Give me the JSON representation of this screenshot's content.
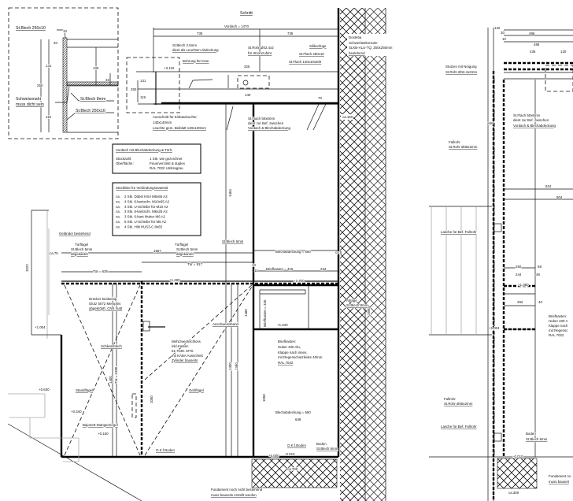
{
  "drawing": {
    "title": "Schnitt",
    "detail": {
      "labels": [
        "St.Blech 250x10",
        "10",
        "20",
        "131",
        "250",
        "100",
        "33",
        "119",
        "Schweissnaht",
        "muss dicht sein",
        "St.Blech 8mm",
        "St.Blech 250x10"
      ]
    },
    "section": {
      "labels": [
        "Vordach = 1470",
        "735",
        "735",
        "St.Blech 2.5mm",
        "dient als Leuchten Abdeckung",
        "Bohrung für Kran",
        "St.Rohr Ø42.4x2",
        "für Stromzufuhr",
        "Silikonfuge",
        "St.Flach 250x10",
        "St.Flach 140x10x200",
        "325",
        "140",
        "70",
        "+3.110",
        "131",
        "119",
        "250",
        "Ausschnitt für Einbauleuchte",
        "140x140mm",
        "Leuchte gem. Beiblatt 130x130mm",
        "St.Flach 50x6mm",
        "dient zur Bef. zwischen",
        "Vordach & Blechabdeckung",
        "Dosteba",
        "Schwerlastkonsole",
        "SLKB-ALU-TQ, 250x250mm",
        "bestehend",
        "ca.160",
        "1464"
      ]
    },
    "info_box": {
      "title": "Vordach mit Blechabdeckung & Törli:",
      "rows": [
        {
          "label": "Stückzahl:",
          "value": "1 Stk. wie gezeichnet"
        },
        {
          "label": "Oberfläche:",
          "value": "Feuerverzinkt & duplex"
        },
        {
          "label": "",
          "value": "RAL 7022 Umbragrau"
        }
      ]
    },
    "parts_list": {
      "title": "Stückliste für Verbindungsmaterial",
      "items": [
        {
          "qty": "ca.",
          "text": "2 Stk. Dübel HSA M6x65 A2"
        },
        {
          "qty": "ca.",
          "text": "4 Stk. 6-kantschr. M10x65 A2"
        },
        {
          "qty": "ca.",
          "text": "4 Stk. U-Scheibe für M10 A2"
        },
        {
          "qty": "ca.",
          "text": "3 Stk. 6-kantschr. M6x25 A2"
        },
        {
          "qty": "ca.",
          "text": "3 Stk. 6-kant Mutter M6 A2"
        },
        {
          "qty": "ca.",
          "text": "6 Stk. U-Scheibe für M6 A2"
        },
        {
          "qty": "ca.",
          "text": "4 Stk. Hilti HUS3-C 8x65"
        }
      ]
    },
    "elevation": {
      "labels": [
        "Geländer bestehend",
        "ca.75",
        "Türflügel",
        "St.Blech 5mm",
        "abgekantet",
        "1567",
        "Türflügel",
        "St.Blech 5mm",
        "abgekantet",
        "St.Blech 6mm",
        "Tür = 635",
        "Tür = 917",
        "+1.480",
        "1022",
        "Drücker beidseitig",
        "Glutz 5072 Memphis",
        "abgekröpft, CNS matt",
        "Schliessblech",
        "Mehrzweckschloss",
        "inkl.Kasten",
        "61.7030. MTS",
        "mit KABA Ausschnitt",
        "Zylinder bauseits",
        "Anschweissband",
        "+1.004",
        "+0.630",
        "+0.340",
        "+0.160",
        "Standflügel",
        "Gehflügel",
        "Bajonett-Stangenriegel",
        "O.K.f.Boden",
        "1400",
        "Tür = 1380",
        "1050",
        "1400",
        "1380",
        "1480",
        "Blechabdeckung = 660",
        "ca.5",
        "10",
        "11",
        "Briefkasten = 415",
        "234",
        "+1.400",
        "Briefkasten = 330",
        "+1.040",
        "Ablage",
        "St.Blech 8mm",
        "Briefkasten:",
        "Huber 400 Alu,",
        "Klappe nach innen,",
        "mit Regenschutzleiste 40mm",
        "RAL 7022",
        "2890",
        "1050",
        "Blechabdeckung = 660",
        "648",
        "O.K.f.Boden",
        "+0.000",
        "-0.010",
        "Boden",
        "St.Blech 6mm",
        "ca.700",
        "Fundament noch nicht bestehend",
        "muss bauseits erstellt werden"
      ]
    },
    "side_view": {
      "labels": [
        "120",
        "30",
        "496",
        "10",
        "486",
        "436",
        "120",
        "Stutzen mit Neigung",
        "St.Rohr Ø42.4x2mm",
        "St.Flach 50x6mm",
        "dient zur Bef. zwischen",
        "Vordach & Blechabdeckung",
        "Fallrohr",
        "St.Rohr Ø48x2mm",
        "ø48",
        "824",
        "904",
        "Lasche für Bef. Fallrohr",
        "250",
        "68",
        "244",
        "48",
        "+1.380",
        "292",
        "40",
        "Briefkasten:",
        "Huber 400 A",
        "Klappe nach",
        "mit Regensc",
        "RAL 7022",
        "+1.004",
        "-0.010",
        "Fallrohr",
        "St.Rohr Ø48x2mm",
        "Lasche für Bef. Fallrohr",
        "Boden",
        "St.Blech 6mm",
        "ca.300",
        "Fundament no",
        "muss bauseit"
      ]
    }
  }
}
